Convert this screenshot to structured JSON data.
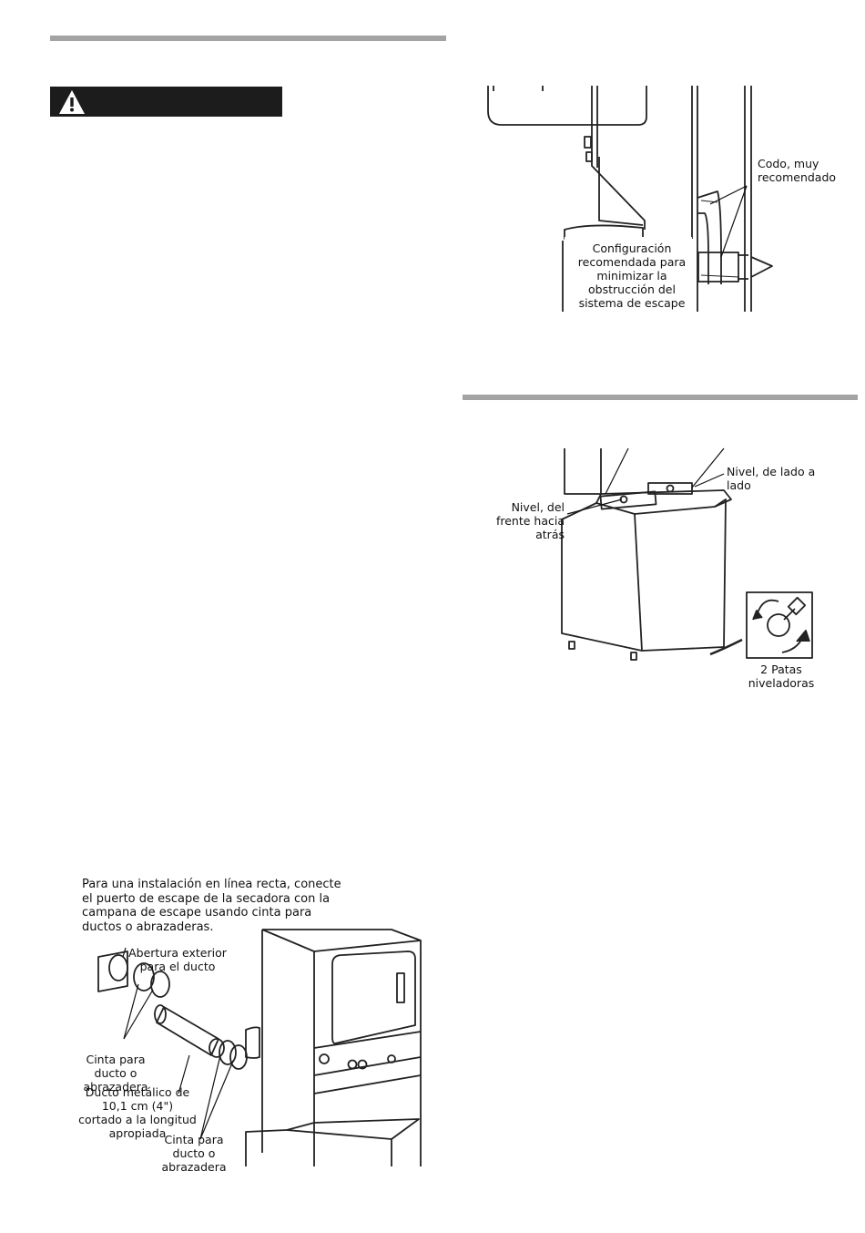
{
  "figure_vent": {
    "elbow_label": "Codo, muy recomendado",
    "config_label": "Configuración recomendada para minimizar la obstrucción del sistema de escape"
  },
  "figure_level": {
    "side_label": "Nivel, de lado a lado",
    "front_label": "Nivel, del frente hacia atrás",
    "feet_label": "2 Patas niveladoras"
  },
  "figure_straight": {
    "caption": "Para una instalación en línea recta, conecte el puerto de escape de la secadora con la campana de escape usando cinta para ductos o abrazaderas.",
    "opening_label": "Abertura exterior para el ducto",
    "tape_label_1": "Cinta para ducto o abrazadera",
    "duct_label": "Ducto metálico de 10,1 cm (4\") cortado a la longitud apropiada",
    "tape_label_2": "Cinta para ducto o abrazadera"
  }
}
